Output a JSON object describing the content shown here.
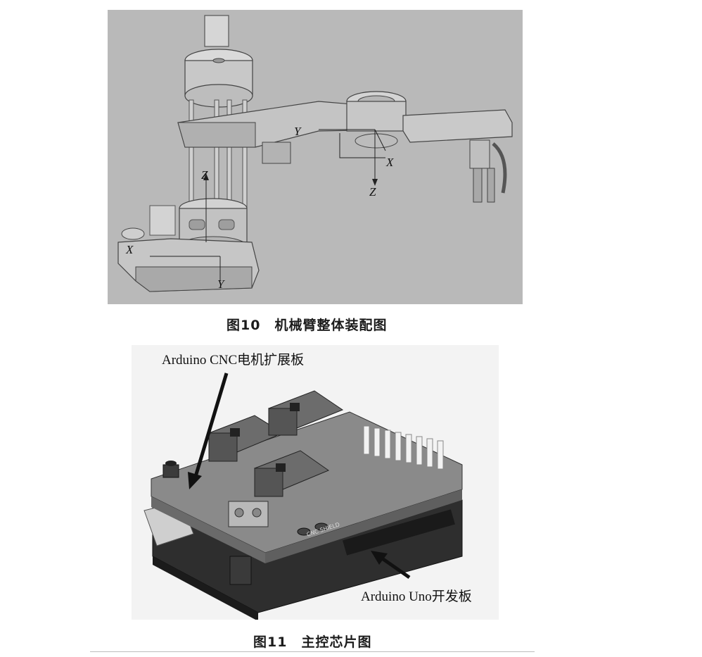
{
  "figure10": {
    "caption": "图10　机械臂整体装配图",
    "axes": {
      "y1": "Y",
      "x1": "X",
      "z1": "Z",
      "z2": "Z",
      "x2": "X",
      "y2": "Y"
    }
  },
  "figure11": {
    "caption": "图11　主控芯片图",
    "label_top": "Arduino CNC电机扩展板",
    "label_bottom": "Arduino Uno开发板",
    "board_text": "CNC SHIELD"
  }
}
